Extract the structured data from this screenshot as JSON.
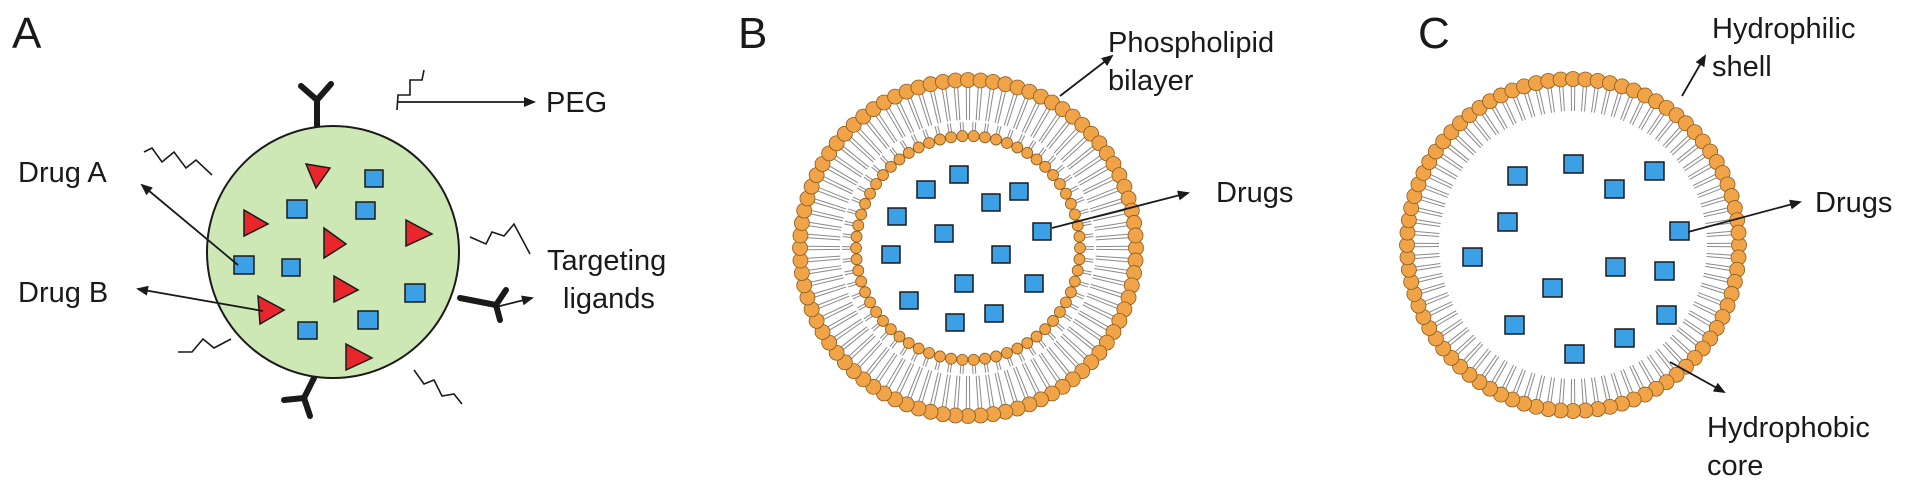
{
  "panels": {
    "a": {
      "letter": "A",
      "labels": {
        "peg": "PEG",
        "drug_a": "Drug A",
        "drug_b": "Drug B",
        "targeting_1": "Targeting",
        "targeting_2": "ligands"
      }
    },
    "b": {
      "letter": "B",
      "labels": {
        "bilayer_1": "Phospholipid",
        "bilayer_2": "bilayer",
        "drugs": "Drugs"
      }
    },
    "c": {
      "letter": "C",
      "labels": {
        "shell_1": "Hydrophilic",
        "shell_2": "shell",
        "drugs": "Drugs",
        "core_1": "Hydrophobic",
        "core_2": "core"
      }
    }
  },
  "colors": {
    "nanoparticle_fill": "#cde8b4",
    "drug_a_square": "#3ca0e6",
    "drug_b_triangle": "#e8262b",
    "lipid_head": "#f0a347",
    "lipid_tail": "#8a8a8a",
    "drug_square": "#3ca0e6"
  }
}
